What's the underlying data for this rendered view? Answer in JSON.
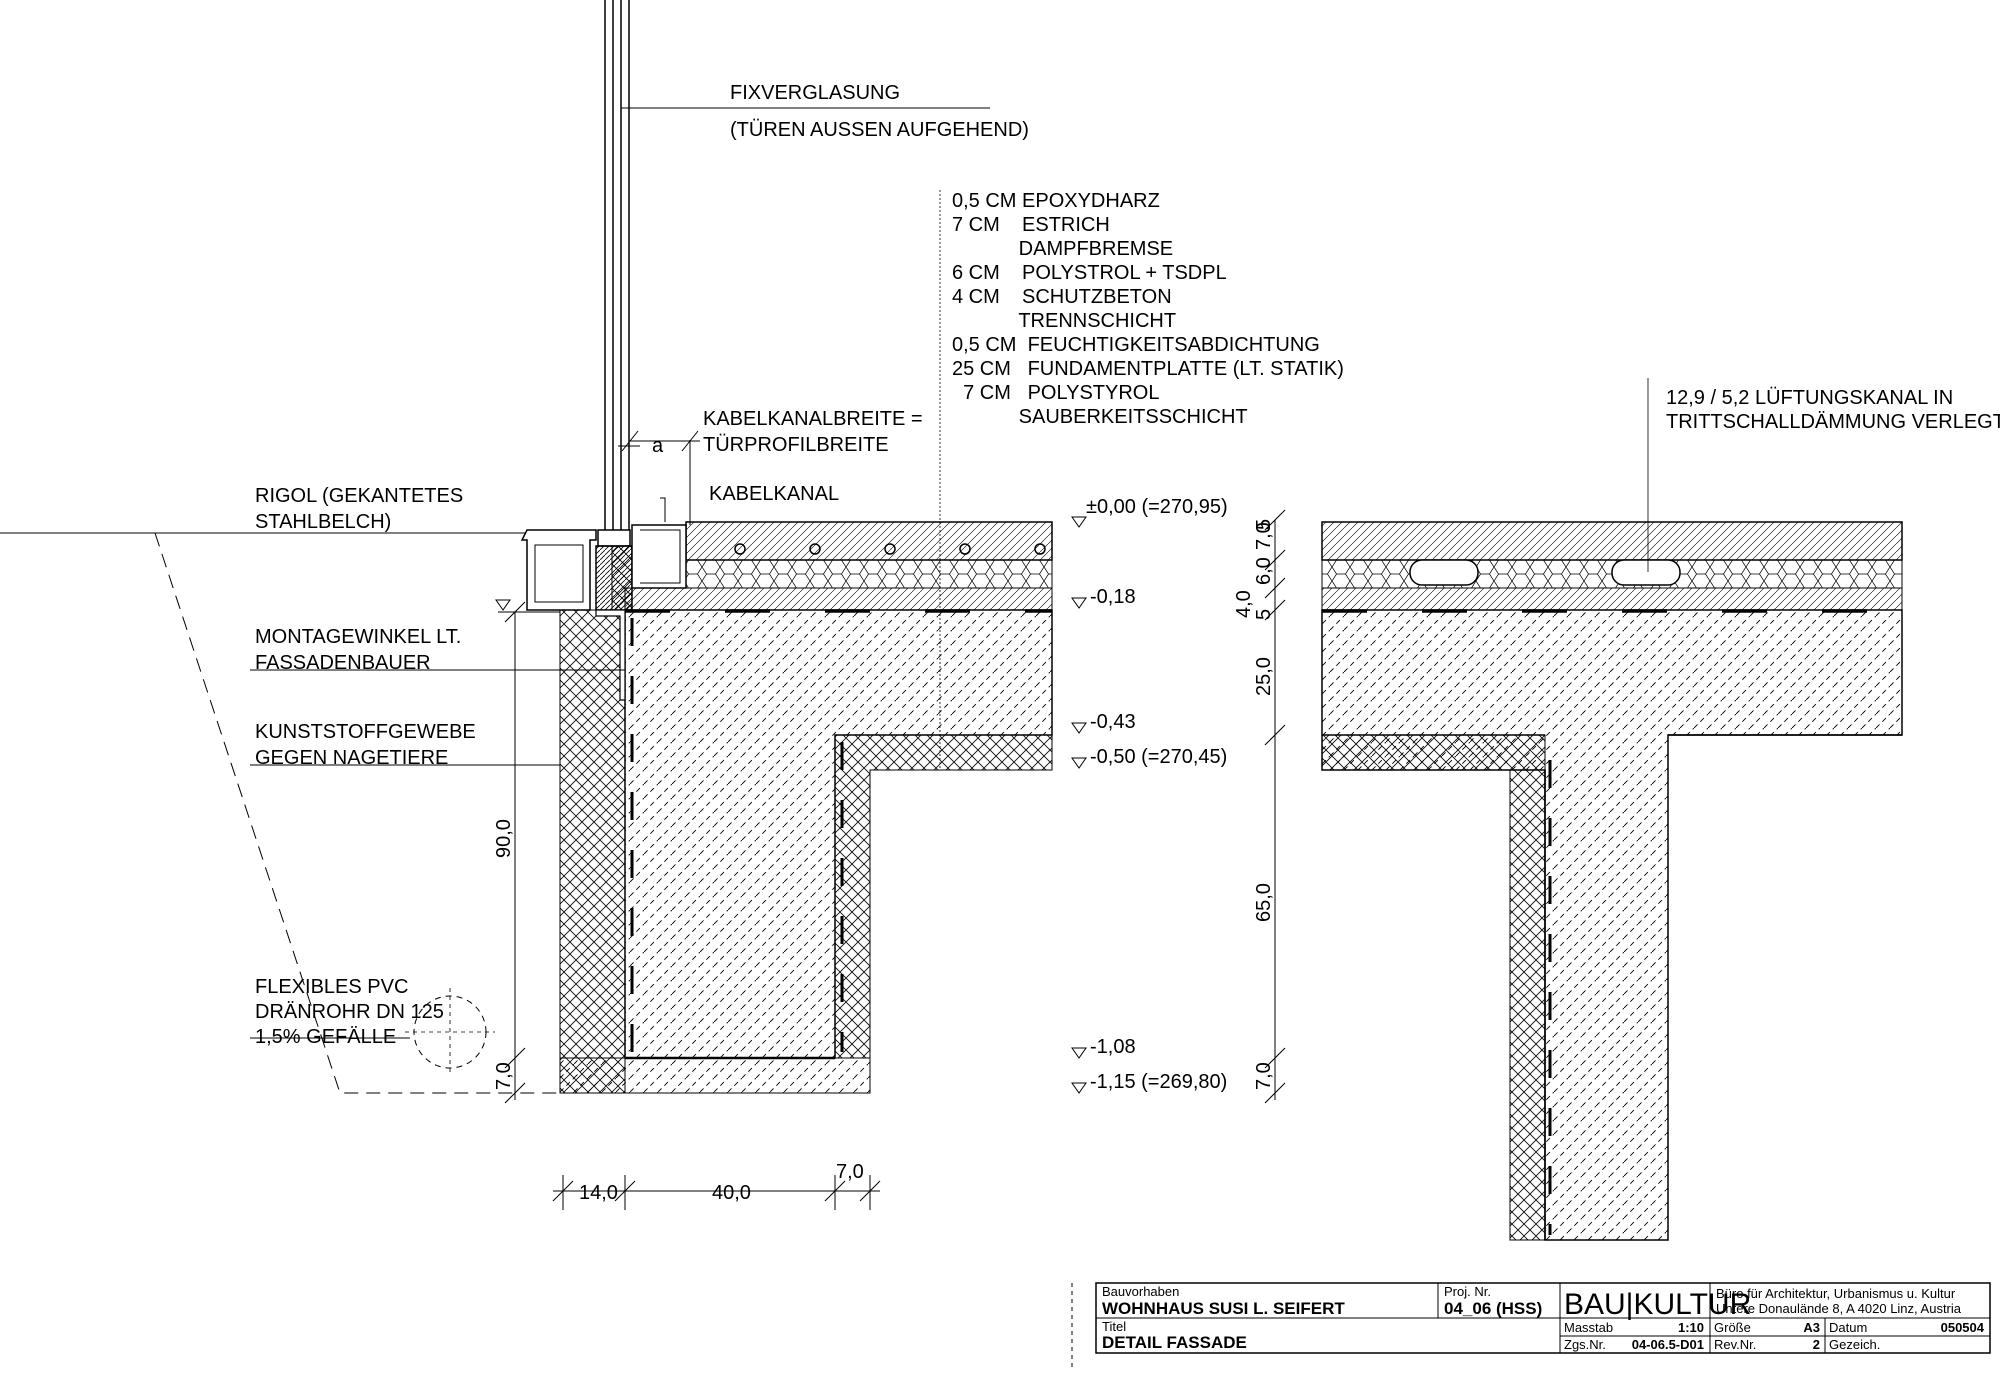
{
  "drawing": {
    "labels": {
      "fixverglasung": "FIXVERGLASUNG",
      "tueren": "(TÜREN AUSSEN AUFGEHEND)",
      "kabel_breite_1": "KABELKANALBREITE =",
      "kabel_breite_2": "TÜRPROFILBREITE",
      "a": "a",
      "kabelkanal": "KABELKANAL",
      "rigol_1": "RIGOL (GEKANTETES",
      "rigol_2": "STAHLBELCH)",
      "montage_1": "MONTAGEWINKEL LT.",
      "montage_2": "FASSADENBAUER",
      "kunst_1": "KUNSTSTOFFGEWEBE",
      "kunst_2": "GEGEN NAGETIERE",
      "pvc_1": "FLEXIBLES PVC",
      "pvc_2": "DRÄNROHR DN 125",
      "pvc_3": "1,5% GEFÄLLE",
      "lueft_1": "12,9 / 5,2 LÜFTUNGSKANAL IN",
      "lueft_2": "TRITTSCHALLDÄMMUNG VERLEGT"
    },
    "layers": [
      "0,5 CM EPOXYDHARZ",
      "7 CM    ESTRICH",
      "            DAMPFBREMSE",
      "6 CM    POLYSTROL + TSDPL",
      "4 CM    SCHUTZBETON",
      "            TRENNSCHICHT",
      "0,5 CM  FEUCHTIGKEITSABDICHTUNG",
      "25 CM   FUNDAMENTPLATTE (LT. STATIK)",
      "  7 CM   POLYSTYROL",
      "            SAUBERKEITSSCHICHT"
    ],
    "levels": {
      "l0": "±0,00 (=270,95)",
      "l018": "-0,18",
      "l043": "-0,43",
      "l050": "-0,50 (=270,45)",
      "l108": "-1,08",
      "l115": "-1,15 (=269,80)"
    },
    "dimensions": {
      "d70_top": "7,0",
      "d5": "5",
      "d60": "6,0",
      "d40": "4,0",
      "d5b": "5",
      "d250": "25,0",
      "d650": "65,0",
      "d70_right": "7,0",
      "d900": "90,0",
      "d70_left": "7,0",
      "d140": "14,0",
      "d400": "40,0",
      "d70_bottom": "7,0"
    }
  },
  "title_block": {
    "bauvorhaben_label": "Bauvorhaben",
    "bauvorhaben": "WOHNHAUS SUSI L. SEIFERT",
    "projnr_label": "Proj. Nr.",
    "projnr": "04_06 (HSS)",
    "brand": "BAU|KULTUR",
    "office_line1": "Büro für Architektur, Urbanismus u. Kultur",
    "office_line2": "Untere Donaulände 8, A 4020 Linz, Austria",
    "titel_label": "Titel",
    "titel": "DETAIL FASSADE",
    "masstab_label": "Masstab",
    "masstab": "1:10",
    "groesse_label": "Größe",
    "groesse": "A3",
    "datum_label": "Datum",
    "datum": "050504",
    "zgs_label": "Zgs.Nr.",
    "zgs": "04-06.5-D01",
    "rev_label": "Rev.Nr.",
    "rev": "2",
    "gezeich_label": "Gezeich."
  }
}
